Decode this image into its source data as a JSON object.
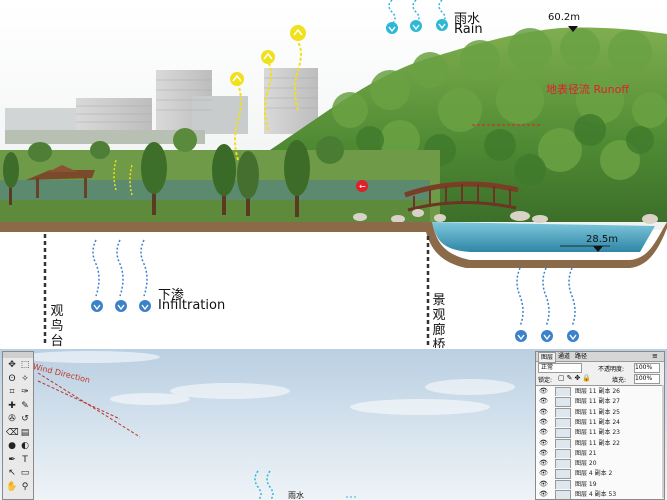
{
  "section": {
    "rain_label_cn": "雨水",
    "rain_label_en": "Rain",
    "runoff_label": "地表径流  Runoff",
    "elev_top": "60.2m",
    "elev_pond": "28.5m",
    "infiltration_cn": "下渗",
    "infiltration_en": "Infiltration",
    "bird_platform": "观鸟台",
    "landscape_bridge": "景观廊桥",
    "colors": {
      "rain": "#2fb8d6",
      "evap": "#f0e11a",
      "runoff": "#e0202a",
      "infiltration": "#3b82c9"
    }
  },
  "photoshop": {
    "wind_label": "Wind Direction",
    "rain_label": "雨水",
    "layers_panel": {
      "tabs": [
        "图层",
        "通道",
        "路径"
      ],
      "blend_mode": "正常",
      "opacity_label": "不透明度:",
      "opacity_value": "100%",
      "lock_label": "锁定:",
      "fill_label": "填充:",
      "fill_value": "100%",
      "layers": [
        "图层 11 副本 26",
        "图层 11 副本 27",
        "图层 11 副本 25",
        "图层 11 副本 24",
        "图层 11 副本 23",
        "图层 11 副本 22",
        "图层 21",
        "图层 20",
        "图层 4 副本 2",
        "图层 19",
        "图层 4 副本 53"
      ]
    },
    "tool_icons": [
      "move-icon",
      "marquee-icon",
      "lasso-icon",
      "magic-wand-icon",
      "crop-icon",
      "eyedropper-icon",
      "healing-icon",
      "brush-icon",
      "stamp-icon",
      "history-brush-icon",
      "eraser-icon",
      "gradient-icon",
      "blur-icon",
      "dodge-icon",
      "pen-icon",
      "type-icon",
      "path-select-icon",
      "shape-icon",
      "hand-icon",
      "zoom-icon"
    ]
  }
}
